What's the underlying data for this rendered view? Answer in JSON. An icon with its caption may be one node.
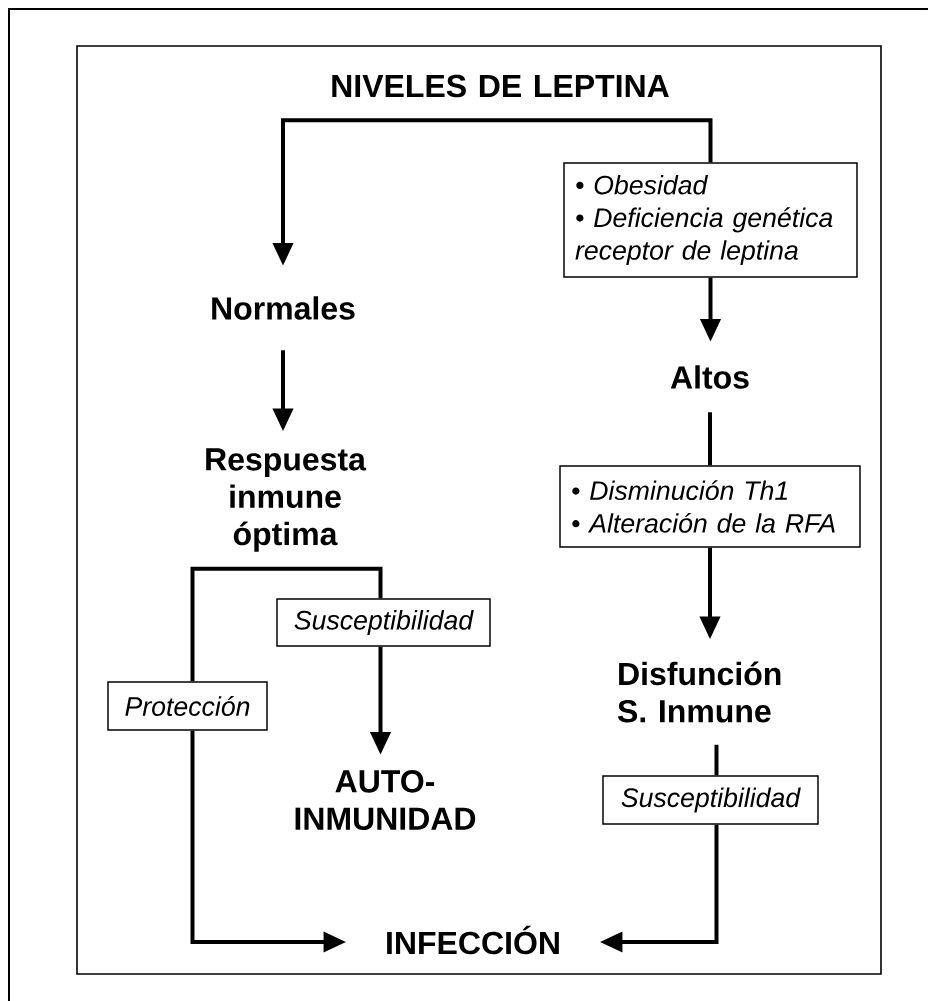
{
  "diagram": {
    "nodes": [
      {
        "text": [
          "NIVELES DE LEPTINA"
        ]
      },
      {
        "text": [
          "Normales"
        ]
      },
      {
        "text": [
          "• Obesidad",
          "• Deficiencia genética receptor de leptina"
        ]
      },
      {
        "text": [
          "Altos"
        ]
      },
      {
        "text": [
          "Respuesta inmune óptima"
        ]
      },
      {
        "text": [
          "• Disminución Th1",
          "• Alteración de la RFA"
        ]
      },
      {
        "text": [
          "Protección"
        ]
      },
      {
        "text": [
          "Susceptibilidad"
        ]
      },
      {
        "text": [
          "AUTO-INMUNIDAD"
        ]
      },
      {
        "text": [
          "Disfunción S. Inmune"
        ]
      },
      {
        "text": [
          "Susceptibilidad"
        ]
      },
      {
        "text": [
          "INFECCIÓN"
        ]
      }
    ],
    "edges": [
      {
        "from": 0,
        "to": 1,
        "arrow": "to"
      },
      {
        "from": 0,
        "to": 2,
        "arrow": "none"
      },
      {
        "from": 2,
        "to": 3,
        "arrow": "to"
      },
      {
        "from": 1,
        "to": 4,
        "arrow": "to"
      },
      {
        "from": 3,
        "to": 5,
        "arrow": "none"
      },
      {
        "from": 4,
        "to": 6,
        "arrow": "none"
      },
      {
        "from": 4,
        "to": 7,
        "arrow": "none"
      },
      {
        "from": 7,
        "to": 8,
        "arrow": "to"
      },
      {
        "from": 6,
        "to": 11,
        "arrow": "to"
      },
      {
        "from": 5,
        "to": 9,
        "arrow": "to"
      },
      {
        "from": 9,
        "to": 10,
        "arrow": "none"
      },
      {
        "from": 10,
        "to": 11,
        "arrow": "to"
      }
    ]
  }
}
